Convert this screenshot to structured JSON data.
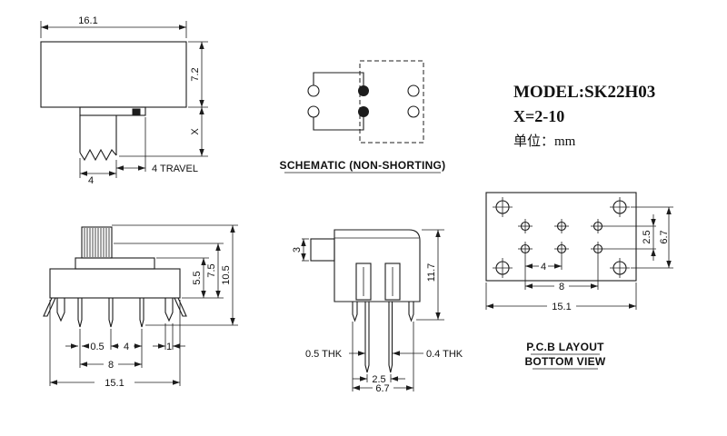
{
  "meta": {
    "model": "MODEL:SK22H03",
    "x_range": "X=2-10",
    "unit": "单位：mm"
  },
  "colors": {
    "ink": "#1c1c1c",
    "background": "#ffffff"
  },
  "front_view": {
    "dim_width": "16.1",
    "dim_height": "7.2",
    "dim_x": "X",
    "dim_stem": "4",
    "dim_travel": "4 TRAVEL"
  },
  "schematic": {
    "label": "SCHEMATIC (NON-SHORTING)"
  },
  "pin_view": {
    "dim_5_5": "5.5",
    "dim_7_5": "7.5",
    "dim_10_5": "10.5",
    "dim_0_5": "0.5",
    "dim_4": "4",
    "dim_1": "1",
    "dim_8": "8",
    "dim_15_1": "15.1"
  },
  "side_view": {
    "dim_3": "3",
    "dim_11_7": "11.7",
    "thk_left": "0.5 THK",
    "thk_right": "0.4 THK",
    "dim_2_5": "2.5",
    "dim_6_7": "6.7"
  },
  "pcb_view": {
    "label_line1": "P.C.B LAYOUT",
    "label_line2": "BOTTOM VIEW",
    "dim_4": "4",
    "dim_8": "8",
    "dim_15_1": "15.1",
    "dim_2_5": "2.5",
    "dim_6_7": "6.7"
  }
}
